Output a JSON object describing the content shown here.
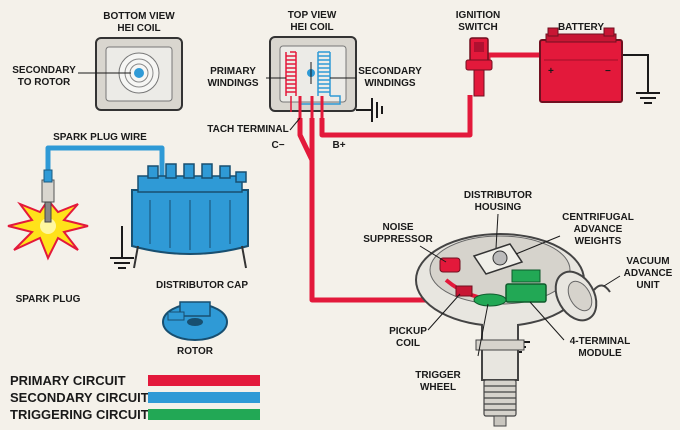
{
  "labels": {
    "bottom_view_line1": "BOTTOM VIEW",
    "bottom_view_line2": "HEI COIL",
    "top_view_line1": "TOP VIEW",
    "top_view_line2": "HEI COIL",
    "ignition_line1": "IGNITION",
    "ignition_line2": "SWITCH",
    "battery": "BATTERY",
    "secondary_to_rotor_line1": "SECONDARY",
    "secondary_to_rotor_line2": "TO ROTOR",
    "primary_windings_line1": "PRIMARY",
    "primary_windings_line2": "WINDINGS",
    "secondary_windings_line1": "SECONDARY",
    "secondary_windings_line2": "WINDINGS",
    "tach_terminal": "TACH TERMINAL",
    "c_minus": "C−",
    "b_plus": "B+",
    "spark_plug_wire": "SPARK PLUG WIRE",
    "spark_plug": "SPARK PLUG",
    "distributor_cap": "DISTRIBUTOR CAP",
    "rotor": "ROTOR",
    "distributor_housing_line1": "DISTRIBUTOR",
    "distributor_housing_line2": "HOUSING",
    "noise_suppressor_line1": "NOISE",
    "noise_suppressor_line2": "SUPPRESSOR",
    "centrifugal_line1": "CENTRIFUGAL",
    "centrifugal_line2": "ADVANCE",
    "centrifugal_line3": "WEIGHTS",
    "vacuum_line1": "VACUUM",
    "vacuum_line2": "ADVANCE",
    "vacuum_line3": "UNIT",
    "pickup_line1": "PICKUP",
    "pickup_line2": "COIL",
    "module_line1": "4-TERMINAL",
    "module_line2": "MODULE",
    "trigger_line1": "TRIGGER",
    "trigger_line2": "WHEEL",
    "battery_plus": "+",
    "battery_minus": "−"
  },
  "legend": [
    {
      "label": "PRIMARY CIRCUIT",
      "color": "#e3193b"
    },
    {
      "label": "SECONDARY CIRCUIT",
      "color": "#2f9ad6"
    },
    {
      "label": "TRIGGERING CIRCUIT",
      "color": "#22a855"
    }
  ],
  "colors": {
    "primary": "#e3193b",
    "secondary": "#2f9ad6",
    "triggering": "#22a855",
    "background": "#f4f1ea"
  }
}
